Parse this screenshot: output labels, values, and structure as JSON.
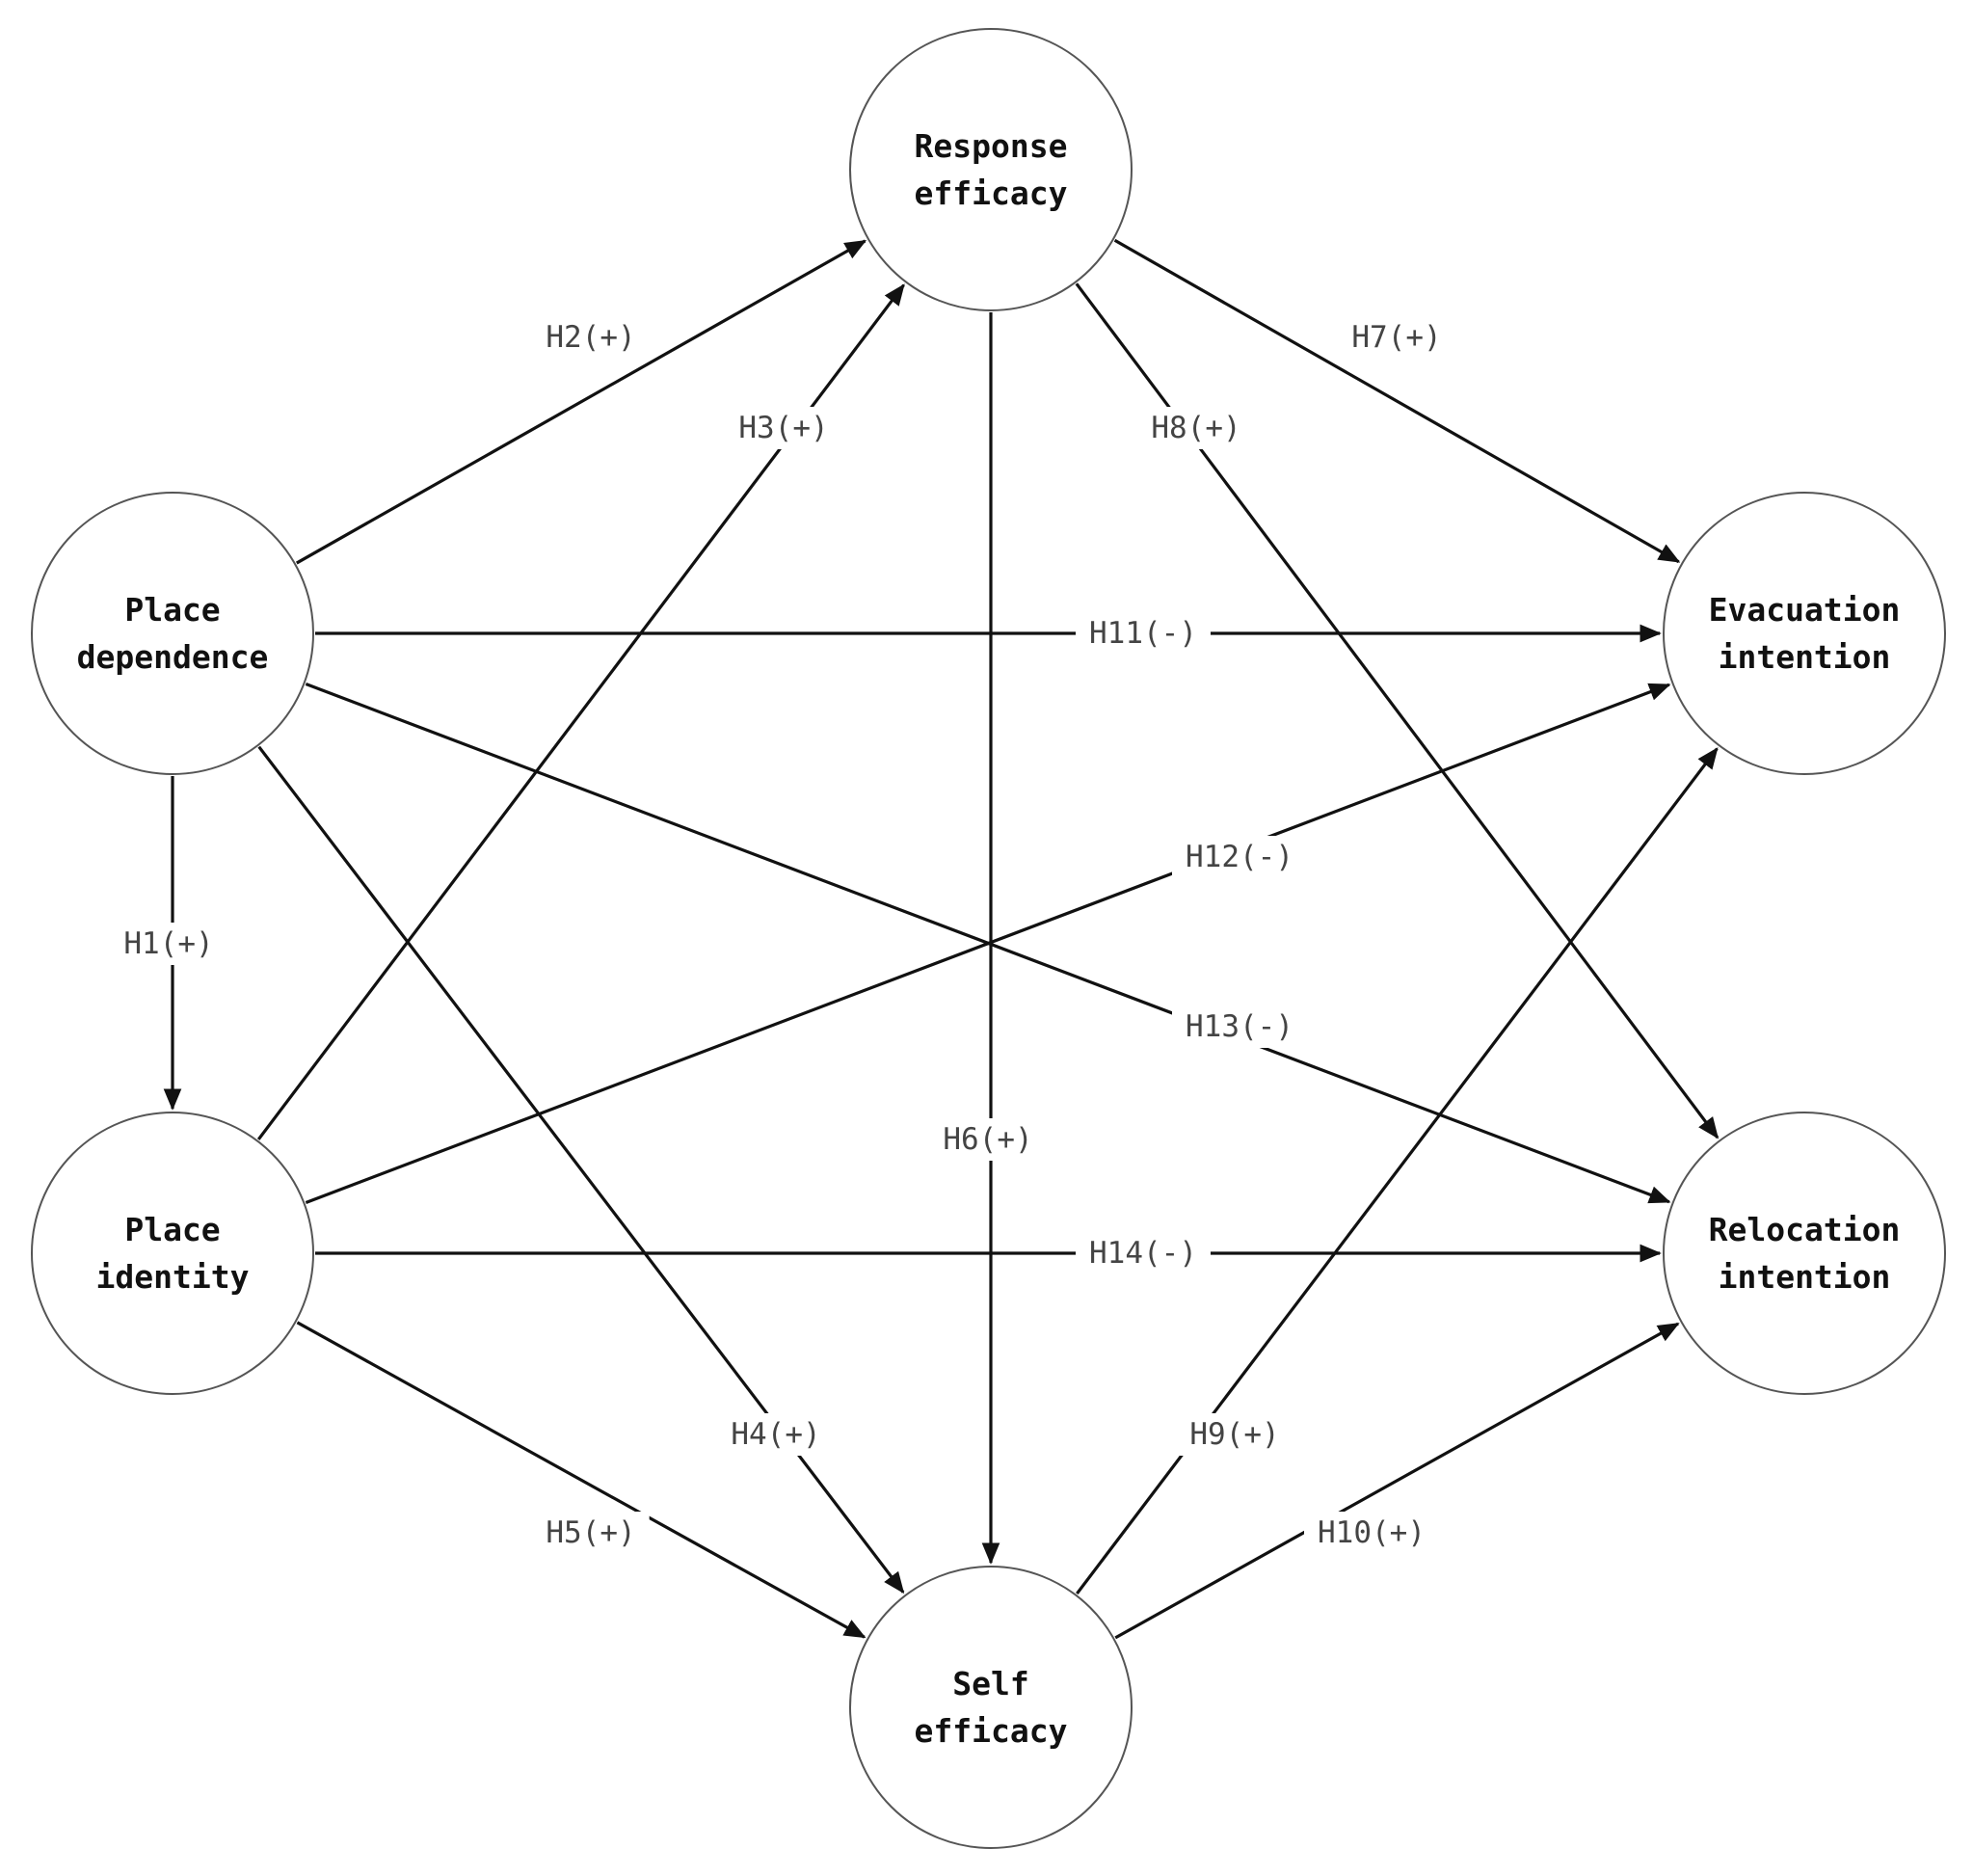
{
  "nodes": [
    {
      "id": "response",
      "lines": [
        "Response",
        "efficacy"
      ]
    },
    {
      "id": "placedep",
      "lines": [
        "Place",
        "dependence"
      ]
    },
    {
      "id": "placeid",
      "lines": [
        "Place",
        "identity"
      ]
    },
    {
      "id": "self",
      "lines": [
        "Self",
        "efficacy"
      ]
    },
    {
      "id": "evac",
      "lines": [
        "Evacuation",
        "intention"
      ]
    },
    {
      "id": "reloc",
      "lines": [
        "Relocation",
        "intention"
      ]
    }
  ],
  "edges": [
    {
      "from": "placedep",
      "to": "placeid",
      "label": "H1(+)"
    },
    {
      "from": "placedep",
      "to": "response",
      "label": "H2(+)"
    },
    {
      "from": "placeid",
      "to": "response",
      "label": "H3(+)"
    },
    {
      "from": "placedep",
      "to": "self",
      "label": "H4(+)"
    },
    {
      "from": "placeid",
      "to": "self",
      "label": "H5(+)"
    },
    {
      "from": "response",
      "to": "self",
      "label": "H6(+)"
    },
    {
      "from": "response",
      "to": "evac",
      "label": "H7(+)"
    },
    {
      "from": "response",
      "to": "reloc",
      "label": "H8(+)"
    },
    {
      "from": "self",
      "to": "evac",
      "label": "H9(+)"
    },
    {
      "from": "self",
      "to": "reloc",
      "label": "H10(+)"
    },
    {
      "from": "placedep",
      "to": "evac",
      "label": "H11(-)"
    },
    {
      "from": "placeid",
      "to": "evac",
      "label": "H12(-)"
    },
    {
      "from": "placedep",
      "to": "reloc",
      "label": "H13(-)"
    },
    {
      "from": "placeid",
      "to": "reloc",
      "label": "H14(-)"
    }
  ]
}
